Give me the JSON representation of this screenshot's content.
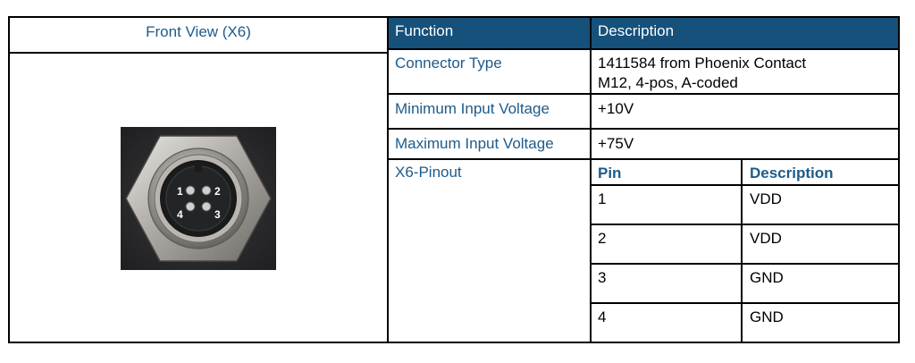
{
  "left_panel": {
    "title": "Front View (X6)",
    "pin_labels": [
      "1",
      "2",
      "4",
      "3"
    ]
  },
  "table": {
    "header": {
      "function": "Function",
      "description": "Description"
    },
    "rows": [
      {
        "function": "Connector Type",
        "description_line1": "1411584 from Phoenix Contact",
        "description_line2": "M12, 4-pos, A-coded"
      },
      {
        "function": "Minimum Input Voltage",
        "description": "+10V"
      },
      {
        "function": "Maximum Input Voltage",
        "description": "+75V"
      },
      {
        "function": "X6-Pinout"
      }
    ],
    "pinout": {
      "header": {
        "pin": "Pin",
        "description": "Description"
      },
      "rows": [
        {
          "pin": "1",
          "description": "VDD"
        },
        {
          "pin": "2",
          "description": "VDD"
        },
        {
          "pin": "3",
          "description": "GND"
        },
        {
          "pin": "4",
          "description": "GND"
        }
      ]
    }
  },
  "colors": {
    "header_bg": "#15517a",
    "function_text": "#1d5b8a",
    "border": "#000000"
  }
}
